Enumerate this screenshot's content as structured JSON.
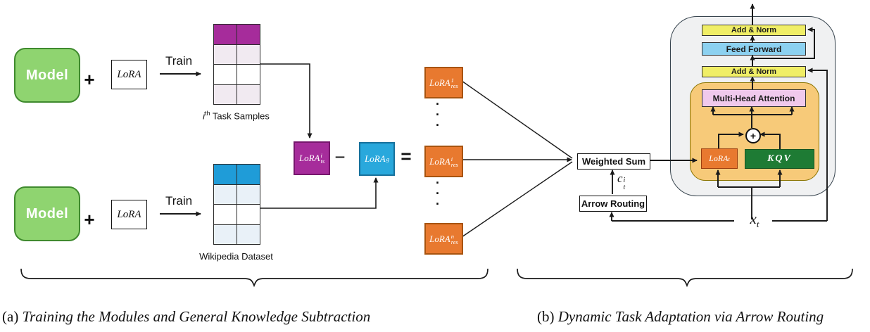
{
  "panel_a": {
    "caption_prefix": "(a)",
    "caption": "Training the Modules and General Knowledge Subtraction",
    "top_row": {
      "model_label": "Model",
      "plus": "+",
      "lora_label": "LoRA",
      "train_label": "Train",
      "grid_label": {
        "italic": "i",
        "sup": "th",
        "rest": " Task Samples"
      }
    },
    "bottom_row": {
      "model_label": "Model",
      "plus": "+",
      "lora_label": "LoRA",
      "train_label": "Train",
      "grid_label": "Wikipedia Dataset"
    },
    "ops": {
      "minus": "−",
      "equals": "="
    },
    "dot": "·",
    "modules": {
      "lora_ts": {
        "base": "LoRA",
        "sup": "i",
        "sub": "ts"
      },
      "lora_g": {
        "base": "LoRA",
        "sup": "",
        "sub": "g"
      },
      "lora_res_1": {
        "base": "LoRA",
        "sup": "1",
        "sub": "res"
      },
      "lora_res_i": {
        "base": "LoRA",
        "sup": "i",
        "sub": "res"
      },
      "lora_res_n": {
        "base": "LoRA",
        "sup": "n",
        "sub": "res"
      }
    },
    "task_grid_rows": [
      "#A62C9B",
      "#F1EAF1",
      "#FFFFFF",
      "#F1EAF1"
    ],
    "wiki_grid_rows": [
      "#1F9CD8",
      "#E9F1F8",
      "#FFFFFF",
      "#E9F1F8"
    ]
  },
  "panel_b": {
    "caption_prefix": "(b)",
    "caption": "Dynamic Task Adaptation via Arrow Routing",
    "weighted_sum_label": "Weighted Sum",
    "arrow_routing_label": "Arrow Routing",
    "router_signal": {
      "base": "c",
      "sup": "i",
      "sub": "t"
    },
    "input_token": {
      "base": "x",
      "sub": "t"
    },
    "transformer": {
      "add_norm_top": "Add & Norm",
      "feed_forward": "Feed Forward",
      "add_norm_mid": "Add & Norm",
      "multi_head_attention": "Multi-Head Attention",
      "lora_t": {
        "base": "LoRA",
        "sub": "t"
      },
      "kqv": "KQV",
      "plus": "+"
    }
  },
  "colors": {
    "model_green": "#8FD470",
    "lora_ts_fill": "#A62C9B",
    "lora_g_fill": "#29A8DC",
    "lora_res_fill": "#E8792F",
    "lora_t_fill": "#E8792F",
    "kqv_green": "#1E7B34",
    "add_norm_yellow": "#F0EE66",
    "feed_forward_blue": "#8CD1F0",
    "attention_pink": "#F0C9EC",
    "attention_container_orange": "#F7CA79",
    "block_gray": "#F0F1F2",
    "line_black": "#1A1A1A"
  }
}
